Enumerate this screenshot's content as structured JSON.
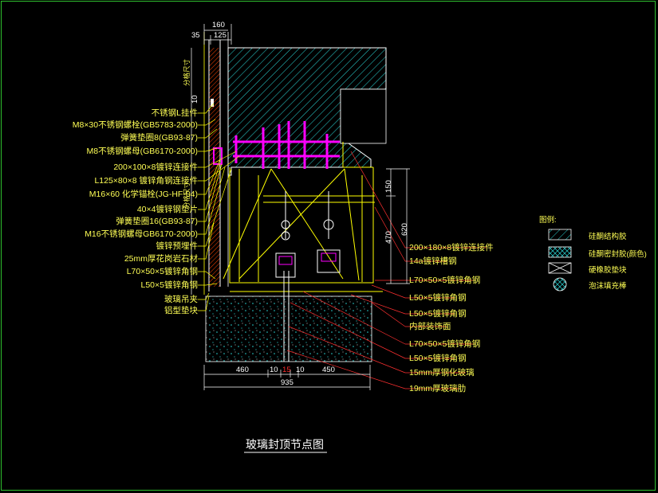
{
  "title": "玻璃封顶节点图",
  "labels_left": [
    "不锈钢L挂件",
    "M8×30不锈钢螺栓(GB5783-2000)",
    "弹簧垫圈8(GB93-87)",
    "M8不锈钢螺母(GB6170-2000)",
    "200×100×8镀锌连接件",
    "L125×80×8 镀锌角钢连接件",
    "M16×60 化学锚栓(JG-HF-04)",
    "40×4镀锌钢垫片",
    "弹簧垫圈16(GB93-87)",
    "M16不锈钢螺母GB6170-2000)",
    "镀锌预埋件",
    "25mm厚花岗岩石材",
    "L70×50×5镀锌角钢",
    "L50×5镀锌角钢",
    "玻璃吊夹",
    "铝型垫块"
  ],
  "labels_right": [
    "200×180×8镀锌连接件",
    "14a镀锌槽钢",
    "L70×50×5镀锌角钢",
    "L50×5镀锌角钢",
    "L50×5镀锌角钢",
    "内部装饰面",
    "L70×50×5镀锌角钢",
    "L50×5镀锌角钢",
    "15mm厚钢化玻璃",
    "19mm厚玻璃肋"
  ],
  "legend": {
    "heading": "图例:",
    "items": [
      {
        "label": "硅酮结构胶",
        "color": "#2ad4d4"
      },
      {
        "label": "硅酮密封胶(颜色)",
        "color": "#2ad4d4"
      },
      {
        "label": "硬橡胶垫块",
        "color": "#ffffff"
      },
      {
        "label": "泡沫填充棒",
        "color": "#ffffff"
      }
    ]
  },
  "dims_top": {
    "total": "160",
    "a": "35",
    "b": "125"
  },
  "dims_bottom": {
    "d1": "460",
    "d2": "10",
    "d3": "15",
    "d4": "10",
    "d5": "450",
    "total": "935"
  },
  "dims_right": {
    "d1": "150",
    "d2": "470",
    "d3": "620"
  },
  "dim_left_10": "10",
  "vert_labels": {
    "top": "分格尺寸",
    "mid": "分格尺寸"
  },
  "colors": {
    "line": "#ffff00",
    "steel": "#ff00ff",
    "concrete": "#2ad4d4",
    "stone": "#ff5500",
    "dim": "#ffffff",
    "frame": "#2fc02f"
  }
}
